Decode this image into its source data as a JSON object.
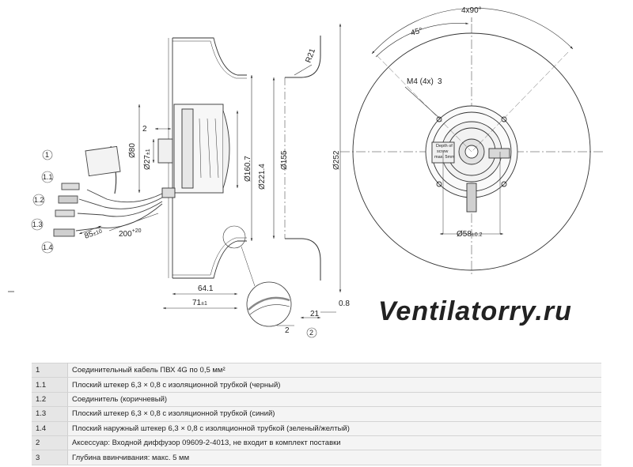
{
  "watermark": "Ventilatorry.ru",
  "callouts": {
    "c1": "1",
    "c11": "1.1",
    "c12": "1.2",
    "c13": "1.3",
    "c14": "1.4",
    "c2": "2",
    "c3": "3"
  },
  "dimensions": {
    "d80": "Ø80",
    "d27": "Ø27",
    "d27_tol": "±1",
    "d2_top": "2",
    "d160": "Ø160.7",
    "d221": "Ø221.4",
    "d155": "Ø155",
    "d252": "Ø252",
    "r21": "R21",
    "len85": "85",
    "len85_tol": "±10",
    "len200": "200",
    "len200_tol": "+20",
    "d64": "64.1",
    "d71": "71",
    "d71_tol": "±1",
    "d08": "0.8",
    "d21": "21",
    "d2_bottom": "2",
    "angle4x90": "4x90°",
    "angle45": "45°",
    "m4": "M4 (4x)",
    "d58": "Ø58",
    "d58_tol": "±0.2"
  },
  "hub_label": {
    "line1": "Depth of",
    "line2": "screw",
    "line3": "max. 5mm"
  },
  "legend": [
    {
      "num": "1",
      "text": "Соединительный кабель ПВХ 4G по 0,5 мм²"
    },
    {
      "num": "1.1",
      "text": "Плоский штекер 6,3 × 0,8 с изоляционной трубкой (черный)"
    },
    {
      "num": "1.2",
      "text": "Соединитель (коричневый)"
    },
    {
      "num": "1.3",
      "text": "Плоский штекер 6,3 × 0,8 с изоляционной трубкой (синий)"
    },
    {
      "num": "1.4",
      "text": "Плоский наружный штекер 6,3 × 0,8 с изоляционной трубкой (зеленый/желтый)"
    },
    {
      "num": "2",
      "text": "Аксессуар: Входной диффузор 09609-2-4013, не входит в комплект поставки"
    },
    {
      "num": "3",
      "text": "Глубина ввинчивания: макс. 5 мм"
    }
  ]
}
